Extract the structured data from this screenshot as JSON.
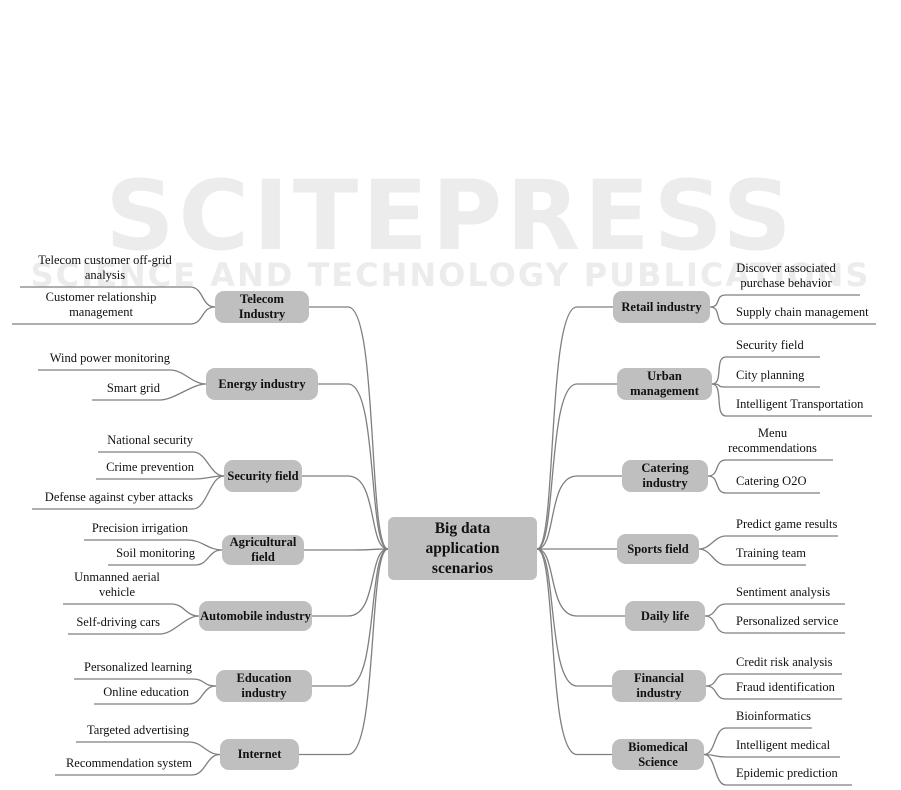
{
  "watermark": {
    "main": "SCITEPRESS",
    "sub": "SCIENCE AND TECHNOLOGY PUBLICATIONS"
  },
  "root": {
    "label": "Big data application scenarios",
    "lines": [
      "Big data",
      "application",
      "scenarios"
    ]
  },
  "left_branches": [
    {
      "lines": [
        "Telecom",
        "Industry"
      ],
      "leaves": [
        {
          "lines": [
            "Telecom customer off-grid",
            "analysis"
          ]
        },
        {
          "lines": [
            "Customer relationship",
            "management"
          ]
        }
      ]
    },
    {
      "lines": [
        "Energy industry"
      ],
      "leaves": [
        {
          "lines": [
            "Wind power monitoring"
          ]
        },
        {
          "lines": [
            "Smart grid"
          ]
        }
      ]
    },
    {
      "lines": [
        "Security field"
      ],
      "leaves": [
        {
          "lines": [
            "National security"
          ]
        },
        {
          "lines": [
            "Crime prevention"
          ]
        },
        {
          "lines": [
            "Defense against cyber attacks"
          ]
        }
      ]
    },
    {
      "lines": [
        "Agricultural",
        "field"
      ],
      "leaves": [
        {
          "lines": [
            "Precision irrigation"
          ]
        },
        {
          "lines": [
            "Soil monitoring"
          ]
        }
      ]
    },
    {
      "lines": [
        "Automobile industry"
      ],
      "leaves": [
        {
          "lines": [
            "Unmanned aerial",
            "vehicle"
          ]
        },
        {
          "lines": [
            "Self-driving cars"
          ]
        }
      ]
    },
    {
      "lines": [
        "Education",
        "industry"
      ],
      "leaves": [
        {
          "lines": [
            "Personalized learning"
          ]
        },
        {
          "lines": [
            "Online education"
          ]
        }
      ]
    },
    {
      "lines": [
        "Internet"
      ],
      "leaves": [
        {
          "lines": [
            "Targeted advertising"
          ]
        },
        {
          "lines": [
            "Recommendation system"
          ]
        }
      ]
    }
  ],
  "right_branches": [
    {
      "lines": [
        "Retail industry"
      ],
      "leaves": [
        {
          "lines": [
            "Discover associated",
            "purchase behavior"
          ]
        },
        {
          "lines": [
            "Supply chain management"
          ]
        }
      ]
    },
    {
      "lines": [
        "Urban",
        "management"
      ],
      "leaves": [
        {
          "lines": [
            "Security field"
          ]
        },
        {
          "lines": [
            "City planning"
          ]
        },
        {
          "lines": [
            "Intelligent Transportation"
          ]
        }
      ]
    },
    {
      "lines": [
        "Catering",
        "industry"
      ],
      "leaves": [
        {
          "lines": [
            "Menu",
            "recommendations"
          ]
        },
        {
          "lines": [
            "Catering O2O"
          ]
        }
      ]
    },
    {
      "lines": [
        "Sports field"
      ],
      "leaves": [
        {
          "lines": [
            "Predict game results"
          ]
        },
        {
          "lines": [
            "Training team"
          ]
        }
      ]
    },
    {
      "lines": [
        "Daily life"
      ],
      "leaves": [
        {
          "lines": [
            "Sentiment analysis"
          ]
        },
        {
          "lines": [
            "Personalized service"
          ]
        }
      ]
    },
    {
      "lines": [
        "Financial",
        "industry"
      ],
      "leaves": [
        {
          "lines": [
            "Credit risk analysis"
          ]
        },
        {
          "lines": [
            "Fraud identification"
          ]
        }
      ]
    },
    {
      "lines": [
        "Biomedical",
        "Science"
      ],
      "leaves": [
        {
          "lines": [
            "Bioinformatics"
          ]
        },
        {
          "lines": [
            "Intelligent medical"
          ]
        },
        {
          "lines": [
            "Epidemic prediction"
          ]
        }
      ]
    }
  ],
  "colors": {
    "node_fill": "#bfbfbf",
    "line": "#7f7f7f",
    "text": "#111111",
    "watermark": "#ececec"
  }
}
